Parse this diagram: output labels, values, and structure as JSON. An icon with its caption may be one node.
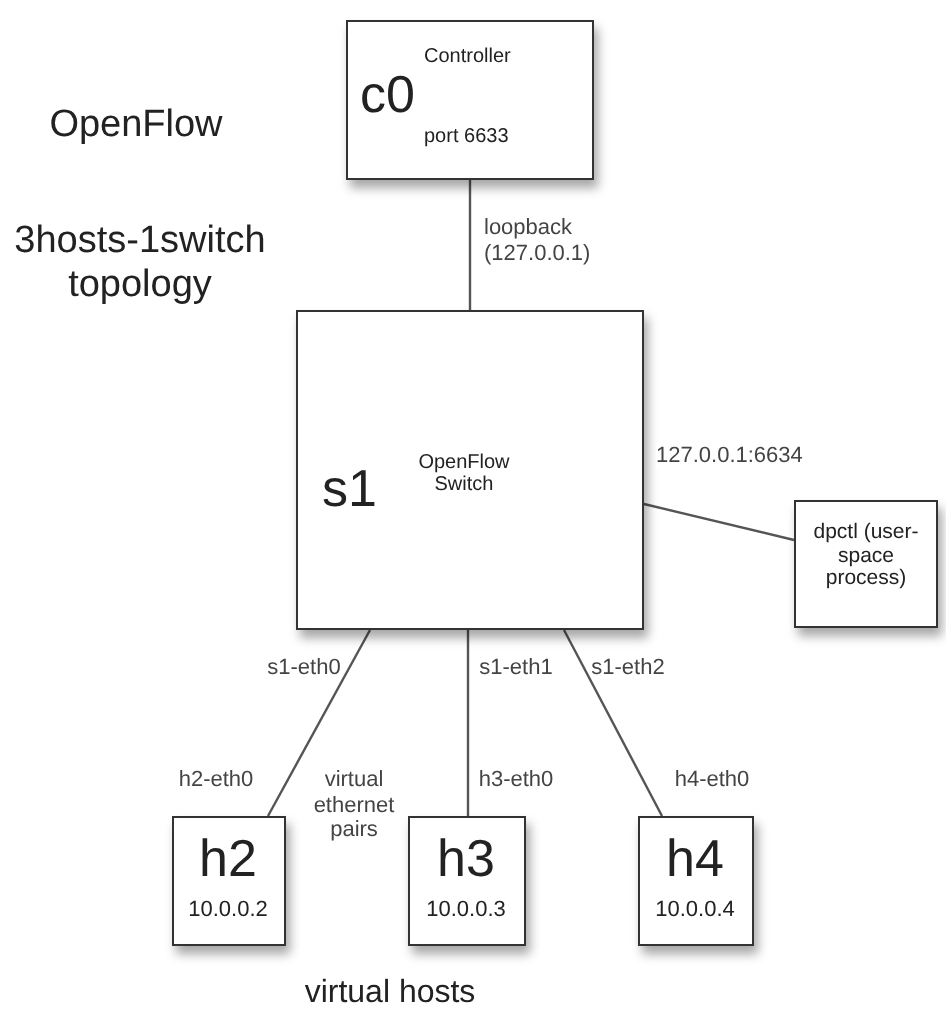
{
  "diagram": {
    "nodes": [
      {
        "text": [
          "c0",
          "Controller",
          "port 6633"
        ]
      },
      {
        "text": [
          "s1",
          "OpenFlow Switch"
        ]
      },
      {
        "text": [
          "dpctl (user-space process)"
        ]
      },
      {
        "text": [
          "h2",
          "10.0.0.2"
        ]
      },
      {
        "text": [
          "h3",
          "10.0.0.3"
        ]
      },
      {
        "text": [
          "h4",
          "10.0.0.4"
        ]
      }
    ],
    "edges": [
      {
        "from": 0,
        "to": 1,
        "arrow": "none",
        "label": "loopback (127.0.0.1)"
      },
      {
        "from": 1,
        "to": 2,
        "arrow": "none",
        "label": "127.0.0.1:6634"
      },
      {
        "from": 1,
        "to": 3,
        "arrow": "none"
      },
      {
        "from": 1,
        "to": 4,
        "arrow": "none"
      },
      {
        "from": 1,
        "to": 5,
        "arrow": "none"
      }
    ],
    "labels": [
      "OpenFlow",
      "3hosts-1switch topology",
      "s1-eth0",
      "s1-eth1",
      "s1-eth2",
      "h2-eth0",
      "virtual ethernet pairs",
      "h3-eth0",
      "h4-eth0",
      "virtual hosts"
    ]
  }
}
